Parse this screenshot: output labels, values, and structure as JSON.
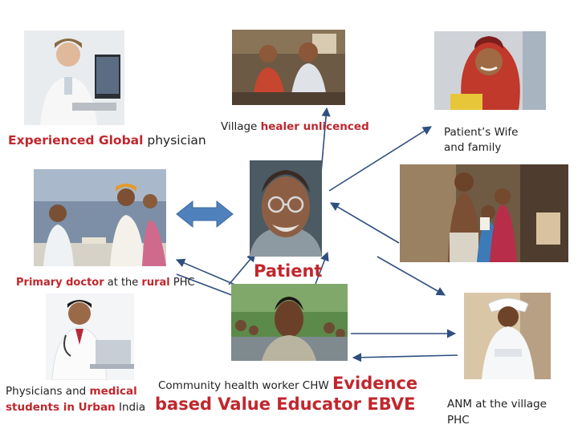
{
  "nodes": {
    "global_physician": {
      "highlight": "Experienced Global",
      "rest": " physician"
    },
    "village_healer": {
      "plain": "Village ",
      "highlight": "healer unlicenced"
    },
    "patient_wife": {
      "line1": "Patient’s Wife",
      "line2": "and family"
    },
    "primary_doctor": {
      "highlight1": "Primary doctor",
      "plain1": " at the ",
      "highlight2": "rural",
      "plain2": " PHC"
    },
    "patient": {
      "label": "Patient"
    },
    "urban_physicians": {
      "line1_plain": "Physicians and ",
      "line1_highlight": "medical",
      "line2_highlight": "students in Urban",
      "line2_plain": " India"
    },
    "chw": {
      "plain": "Community health worker CHW ",
      "highlight1": "Evidence",
      "highlight2": "based Value Educator EBVE"
    },
    "anm": {
      "line1": "ANM at the village",
      "line2": "PHC"
    }
  },
  "colors": {
    "arrow": "#2f4f7f",
    "double_arrow_fill": "#4f81bd",
    "highlight_text": "#c0272d"
  }
}
